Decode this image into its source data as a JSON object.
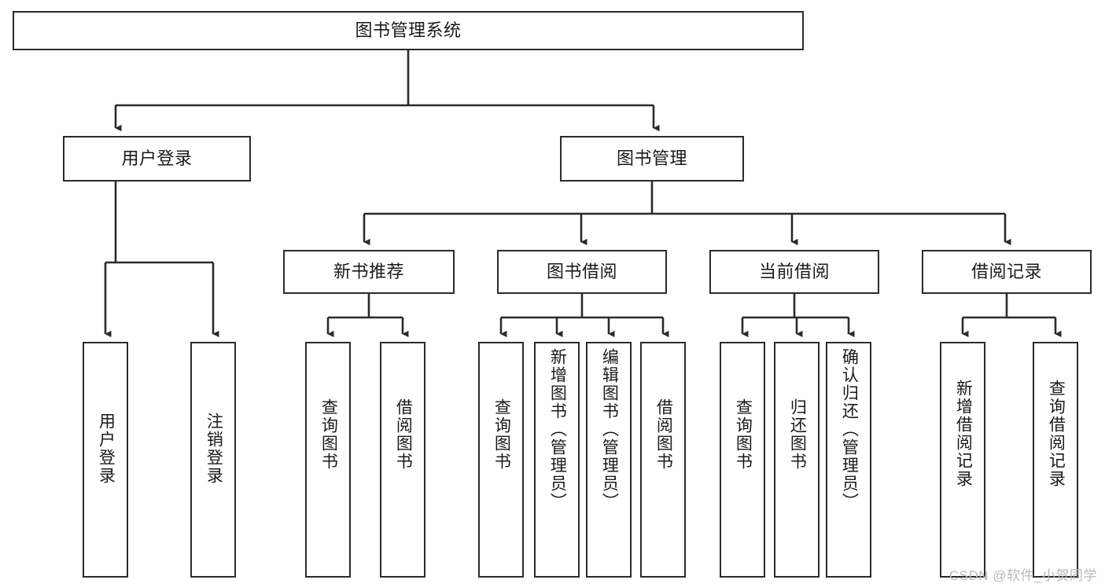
{
  "diagram": {
    "title": "图书管理系统",
    "type": "hierarchy-tree",
    "watermark": "CSDN @软件_小贺同学",
    "colors": {
      "stroke": "#2b2b2b",
      "fill": "#ffffff",
      "text": "#1a1a1a",
      "watermark": "#b9b9b9"
    },
    "nodes": {
      "root": "图书管理系统",
      "level2": [
        "用户登录",
        "图书管理"
      ],
      "level3": [
        "新书推荐",
        "图书借阅",
        "当前借阅",
        "借阅记录"
      ],
      "leaves": {
        "user_login": [
          "用户登录",
          "注销登录"
        ],
        "new_book_rec": [
          "查询图书",
          "借阅图书"
        ],
        "book_borrow": [
          "查询图书",
          "新增图书（管理员）",
          "编辑图书（管理员）",
          "借阅图书"
        ],
        "current_borrow": [
          "查询图书",
          "归还图书",
          "确认归还（管理员）"
        ],
        "borrow_record": [
          "新增借阅记录",
          "查询借阅记录"
        ]
      }
    }
  }
}
